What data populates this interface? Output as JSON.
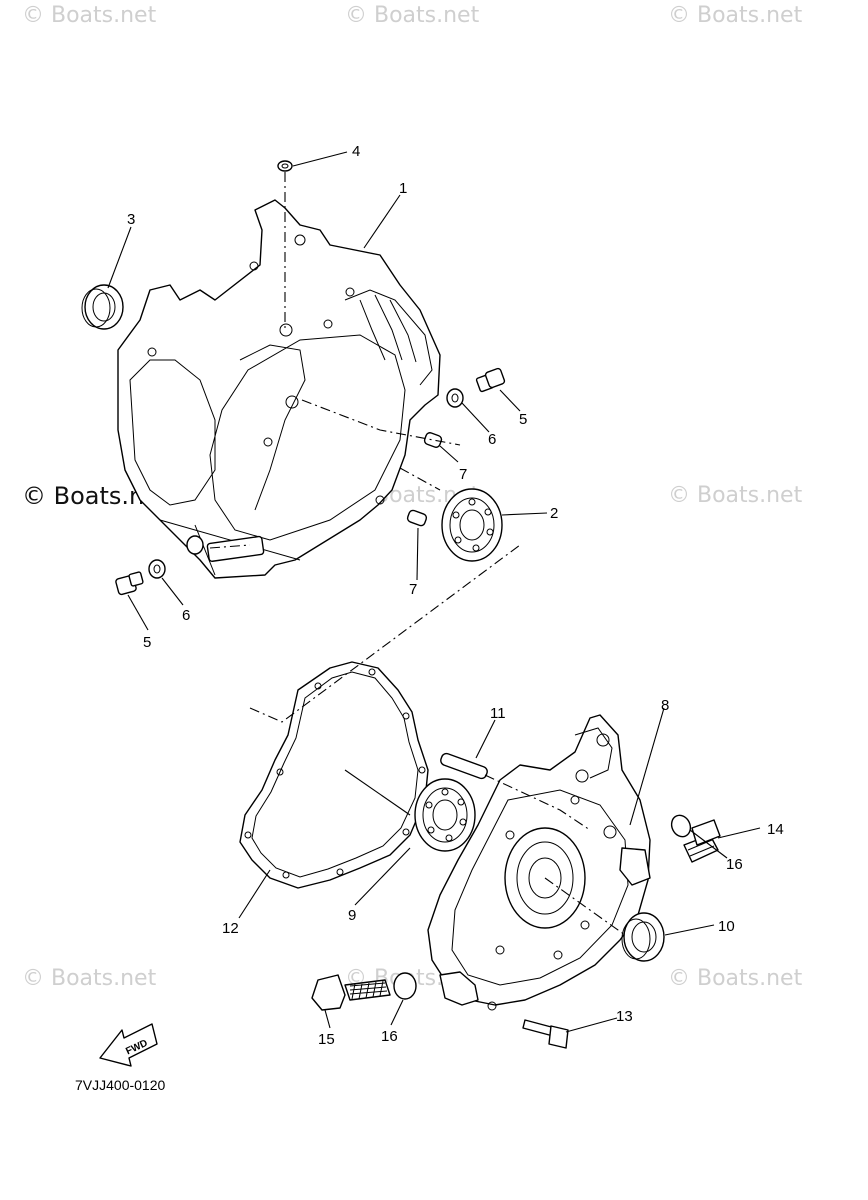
{
  "watermarks": {
    "light": [
      "© Boats.net",
      "© Boats.net",
      "© Boats.net",
      "© Boats.net",
      "© Boats.net",
      "© Boats.net",
      "© Boats.net",
      "© Boats.net"
    ],
    "dark": "© Boats.net"
  },
  "callouts": {
    "c1": "1",
    "c2": "2",
    "c3": "3",
    "c4": "4",
    "c5a": "5",
    "c5b": "5",
    "c6a": "6",
    "c6b": "6",
    "c7a": "7",
    "c7b": "7",
    "c8": "8",
    "c9": "9",
    "c10": "10",
    "c11": "11",
    "c12": "12",
    "c13": "13",
    "c14": "14",
    "c15": "15",
    "c16a": "16",
    "c16b": "16"
  },
  "fwd_label": "FWD",
  "diagram_code": "7VJJ400-0120"
}
